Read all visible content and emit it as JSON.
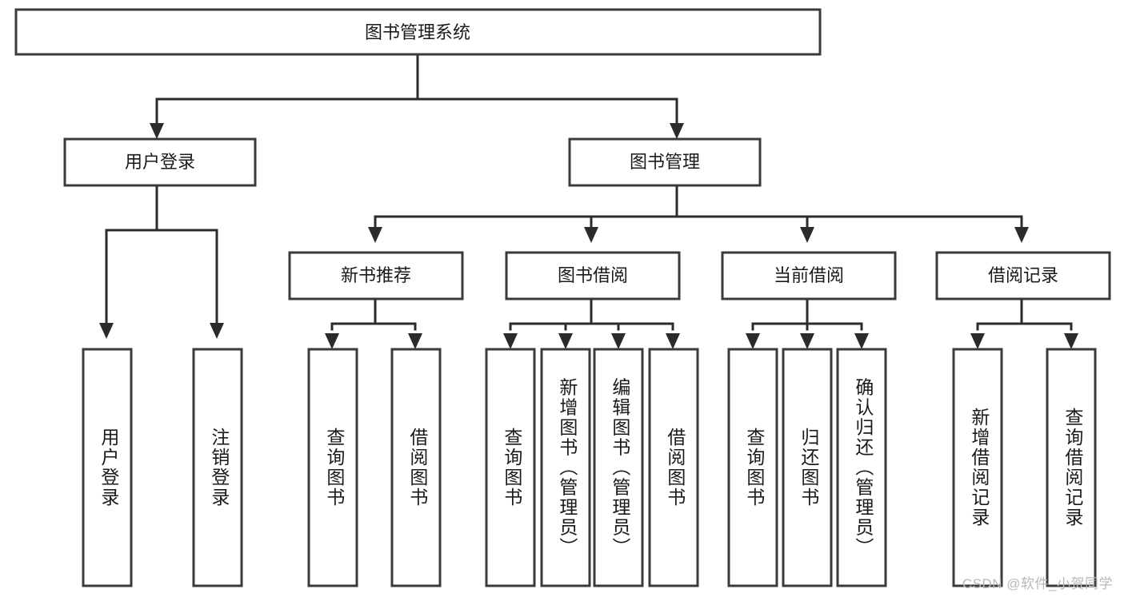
{
  "diagram": {
    "type": "hierarchy-tree",
    "title": "图书管理系统",
    "watermark": "CSDN @软件_小贺同学",
    "colors": {
      "box_stroke": "#3a3a3a",
      "box_fill": "#ffffff",
      "connector": "#2b2b2b",
      "text": "#1a1a1a",
      "watermark": "#b9b9b9",
      "background": "#ffffff"
    },
    "levels": {
      "root": "图书管理系统",
      "level2": [
        "用户登录",
        "图书管理"
      ],
      "level3": [
        "新书推荐",
        "图书借阅",
        "当前借阅",
        "借阅记录"
      ]
    },
    "nodes": {
      "root": {
        "label": "图书管理系统",
        "orientation": "horizontal"
      },
      "user_login": {
        "label": "用户登录",
        "orientation": "horizontal"
      },
      "book_manage": {
        "label": "图书管理",
        "orientation": "horizontal"
      },
      "new_book_rec": {
        "label": "新书推荐",
        "orientation": "horizontal"
      },
      "book_borrow": {
        "label": "图书借阅",
        "orientation": "horizontal"
      },
      "current_borrow": {
        "label": "当前借阅",
        "orientation": "horizontal"
      },
      "borrow_record": {
        "label": "借阅记录",
        "orientation": "horizontal"
      },
      "leaf_user_login": {
        "label": "用户登录",
        "orientation": "vertical"
      },
      "leaf_logout": {
        "label": "注销登录",
        "orientation": "vertical"
      },
      "leaf_query_book_1": {
        "label": "查询图书",
        "orientation": "vertical"
      },
      "leaf_borrow_book_1": {
        "label": "借阅图书",
        "orientation": "vertical"
      },
      "leaf_query_book_2": {
        "label": "查询图书",
        "orientation": "vertical"
      },
      "leaf_add_book": {
        "label": "新增图书（管理员）",
        "orientation": "vertical"
      },
      "leaf_edit_book": {
        "label": "编辑图书（管理员）",
        "orientation": "vertical"
      },
      "leaf_borrow_book_2": {
        "label": "借阅图书",
        "orientation": "vertical"
      },
      "leaf_query_book_3": {
        "label": "查询图书",
        "orientation": "vertical"
      },
      "leaf_return_book": {
        "label": "归还图书",
        "orientation": "vertical"
      },
      "leaf_confirm_return": {
        "label": "确认归还（管理员）",
        "orientation": "vertical"
      },
      "leaf_add_record": {
        "label": "新增借阅记录",
        "orientation": "vertical"
      },
      "leaf_query_record": {
        "label": "查询借阅记录",
        "orientation": "vertical"
      }
    }
  }
}
